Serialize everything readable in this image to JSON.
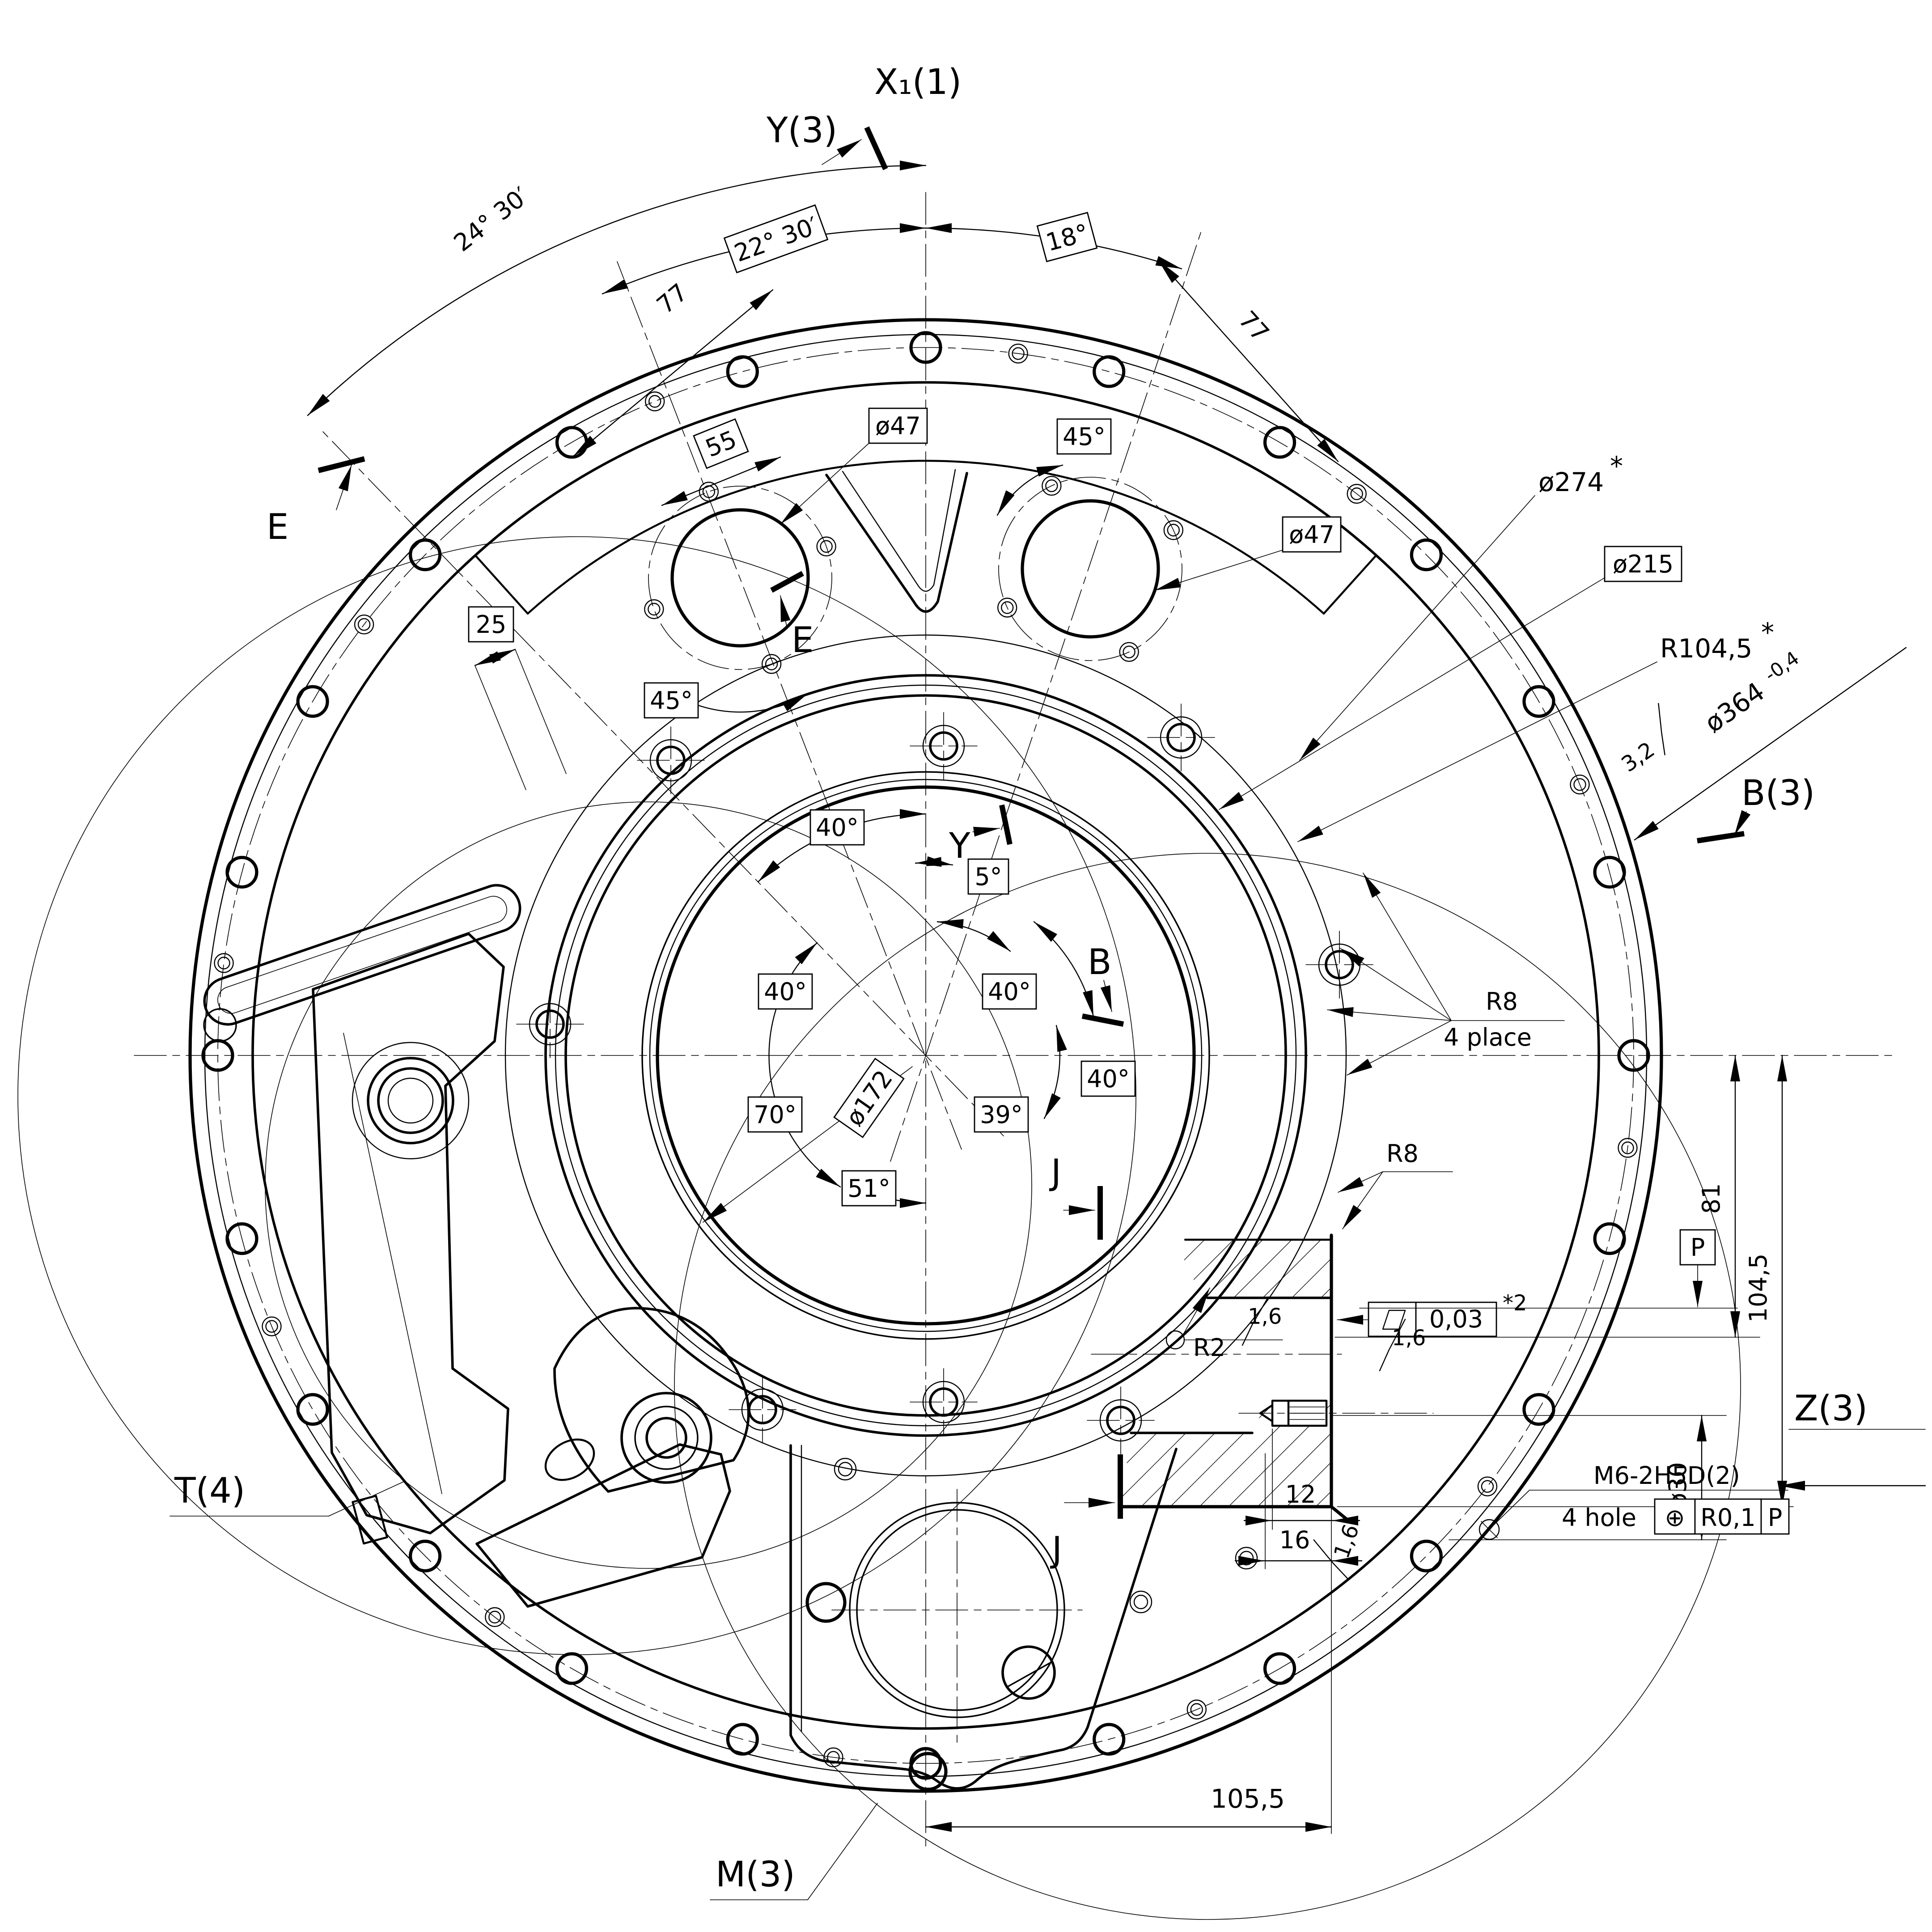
{
  "drawing": {
    "views": {
      "x1": "X₁(1)",
      "y3": "Y(3)",
      "b3": "B(3)",
      "z3": "Z(3)",
      "m3": "M(3)",
      "t4": "T(4)",
      "e_outer": "E",
      "e_inner": "E",
      "y_inner": "Y",
      "b_inner": "B",
      "j_upper": "J",
      "j_lower": "J"
    },
    "angles": {
      "a24": "24° 30′",
      "a22": "22° 30′",
      "a18": "18°",
      "a45l": "45°",
      "a45r": "45°",
      "a40top": "40°",
      "a5": "5°",
      "a40left": "40°",
      "a40mid": "40°",
      "a40right": "40°",
      "a70": "70°",
      "a39": "39°",
      "a51": "51°"
    },
    "diameters": {
      "d47l": "ø47",
      "d47r": "ø47",
      "d274": "ø274",
      "d274_star": "*",
      "d215": "ø215",
      "d364": "ø364",
      "d364_tol": "-0,4",
      "d172": "ø172",
      "d30": "ø30"
    },
    "radii": {
      "r104": "R104,5",
      "r104_star": "*",
      "r8a": "R8",
      "r8a_note": "4 place",
      "r8b": "R8",
      "r2": "R2"
    },
    "linear": {
      "d77l": "77",
      "d77r": "77",
      "d55": "55",
      "d25": "25",
      "d81": "81",
      "d104": "104,5",
      "d12": "12",
      "d16": "16",
      "d105": "105,5"
    },
    "surface": {
      "s32": "3,2",
      "s16a": "1,6",
      "s16b": "1,6",
      "s16c": "1,6"
    },
    "gdt": {
      "flat_sym": "▱",
      "flat_val": "0,03",
      "flat_note": "*2",
      "datum_p": "P",
      "pos_qty": "4 hole",
      "pos_sym": "⊕",
      "pos_val": "R0,1",
      "pos_ref": "P",
      "thread": "M6-2H5D(2)"
    }
  }
}
